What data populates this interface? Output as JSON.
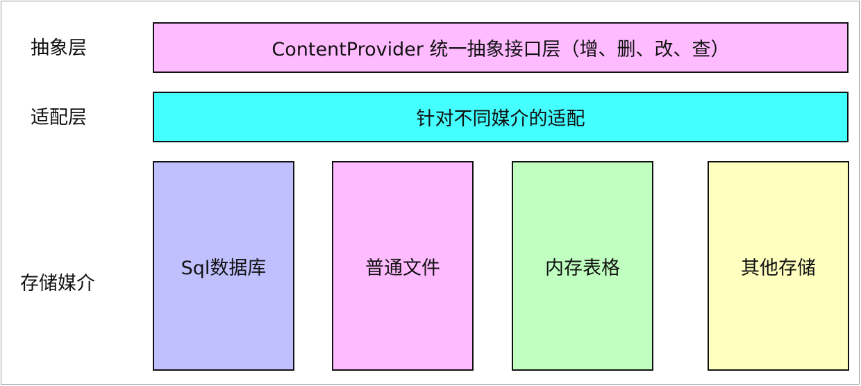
{
  "diagram": {
    "layers": [
      {
        "id": "abstract",
        "label": "抽象层",
        "box_text": "ContentProvider 统一抽象接口层（增、删、改、查）",
        "color": "#FFBBFF"
      },
      {
        "id": "adapter",
        "label": "适配层",
        "box_text": "针对不同媒介的适配",
        "color": "#44FFFF"
      },
      {
        "id": "storage",
        "label": "存储媒介"
      }
    ],
    "storage_media": [
      {
        "label": "Sql数据库",
        "color": "#C0C0FF"
      },
      {
        "label": "普通文件",
        "color": "#FFBBFF"
      },
      {
        "label": "内存表格",
        "color": "#C0FFC0"
      },
      {
        "label": "其他存储",
        "color": "#FFFFC0"
      }
    ]
  }
}
